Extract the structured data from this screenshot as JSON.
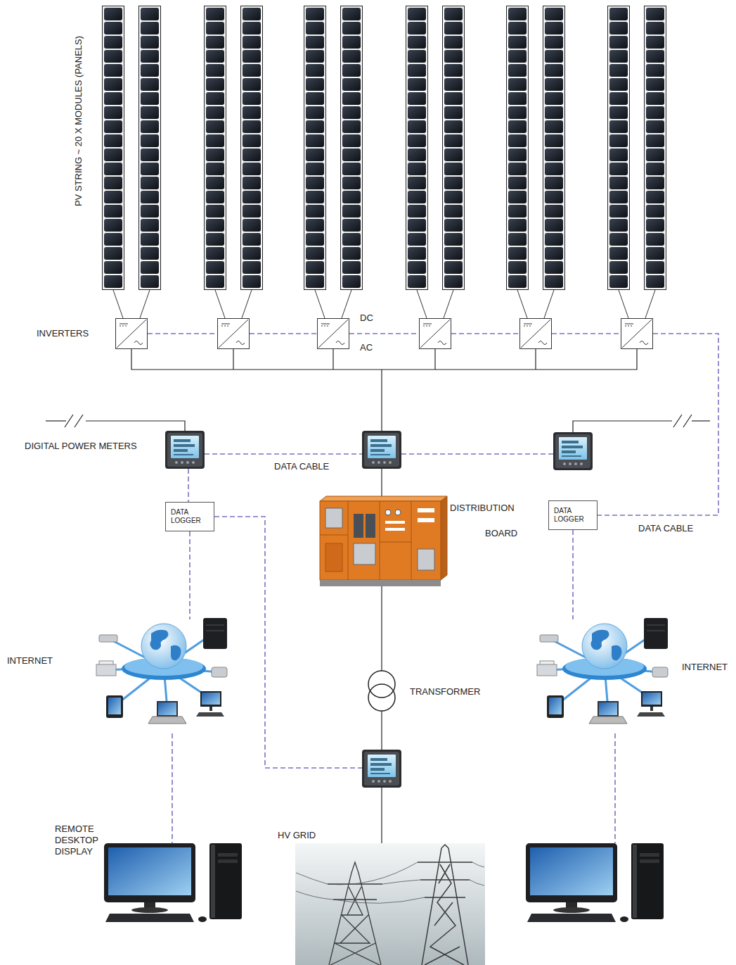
{
  "diagram": {
    "nodes": [
      {
        "text": [
          "DATA LOGGER"
        ]
      },
      {
        "text": [
          "DATA LOGGER"
        ]
      }
    ],
    "labels": [
      "PV STRING ~ 20 X MODULES (PANELS)",
      "INVERTERS",
      "DC",
      "AC",
      "DIGITAL POWER METERS",
      "DATA CABLE",
      "DISTRIBUTION",
      "BOARD",
      "DATA CABLE",
      "INTERNET",
      "INTERNET",
      "TRANSFORMER",
      "REMOTE DESKTOP DISPLAY",
      "HV GRID"
    ]
  }
}
